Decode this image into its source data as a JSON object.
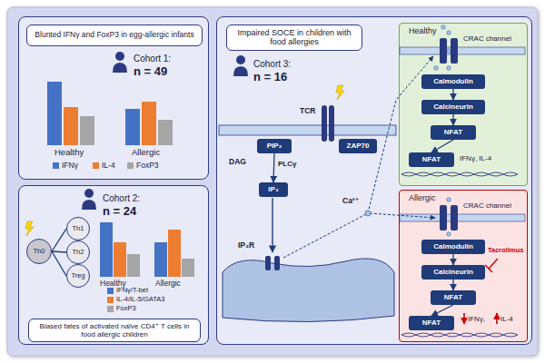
{
  "diagram": {
    "nodes": [
      {
        "text": [
          "Cohort 1:",
          "n = 49"
        ]
      },
      {
        "text": [
          "Blunted IFNγ and FoxP3 in egg-allergic infants"
        ],
        "in": 0
      },
      {
        "text": [
          "Cohort 2:",
          "n = 24"
        ]
      },
      {
        "text": [
          "Th0"
        ],
        "in": 2
      },
      {
        "text": [
          "Th1"
        ],
        "in": 2
      },
      {
        "text": [
          "Th2"
        ],
        "in": 2
      },
      {
        "text": [
          "Treg"
        ],
        "in": 2
      },
      {
        "text": [
          "Biased fates of activated naïve CD4⁺ T cells in food allergic children"
        ],
        "in": 2
      },
      {
        "text": [
          "Cohort 3:",
          "n = 16"
        ]
      },
      {
        "text": [
          "Impaired SOCE in children with food allergies"
        ],
        "in": 8
      },
      {
        "text": [
          "PIP₂"
        ],
        "in": 8
      },
      {
        "text": [
          "ZAP70"
        ],
        "in": 8
      },
      {
        "text": [
          "IP₃"
        ],
        "in": 8
      },
      {
        "text": [
          "Healthy"
        ],
        "in": 8
      },
      {
        "text": [
          "Calmodulin"
        ],
        "in": 13
      },
      {
        "text": [
          "Calcineurin"
        ],
        "in": 13
      },
      {
        "text": [
          "NFAT"
        ],
        "in": 13
      },
      {
        "text": [
          "NFAT"
        ],
        "in": 13
      },
      {
        "text": [
          "Allergic"
        ],
        "in": 8
      },
      {
        "text": [
          "Calmodulin"
        ],
        "in": 18
      },
      {
        "text": [
          "Calcineurin"
        ],
        "in": 18
      },
      {
        "text": [
          "NFAT"
        ],
        "in": 18
      },
      {
        "text": [
          "NFAT"
        ],
        "in": 18
      }
    ],
    "edges": [
      {
        "from": 3,
        "to": 4,
        "arrow": "none"
      },
      {
        "from": 3,
        "to": 5,
        "arrow": "none"
      },
      {
        "from": 3,
        "to": 6,
        "arrow": "none"
      },
      {
        "from": 10,
        "to": 12,
        "arrow": "to"
      },
      {
        "from": 14,
        "to": 15,
        "arrow": "to"
      },
      {
        "from": 15,
        "to": 16,
        "arrow": "to"
      },
      {
        "from": 16,
        "to": 17,
        "arrow": "to"
      },
      {
        "from": 19,
        "to": 20,
        "arrow": "to"
      },
      {
        "from": 20,
        "to": 21,
        "arrow": "to"
      },
      {
        "from": 21,
        "to": 22,
        "arrow": "to"
      }
    ],
    "labels": [
      "Healthy",
      "Allergic",
      "Healthy",
      "Allergic",
      "TCR",
      "DAG",
      "PLCγ",
      "IP₃R",
      "Ca²⁺",
      "CRAC channel",
      "IFNγ, IL-4",
      "CRAC channel",
      "Tacrolimus",
      "IFNγ,",
      "IL-4"
    ],
    "legend": [
      {
        "text": "IFNγ",
        "color": "#4472c4"
      },
      {
        "text": "IL-4",
        "color": "#ed7d31"
      },
      {
        "text": "FoxP3",
        "color": "#a5a5a5"
      },
      {
        "text": "IFNγ/T-bet",
        "color": "#4472c4"
      },
      {
        "text": "IL-4/IL-5/GATA3",
        "color": "#ed7d31"
      },
      {
        "text": "FoxP3",
        "color": "#a5a5a5"
      }
    ]
  }
}
